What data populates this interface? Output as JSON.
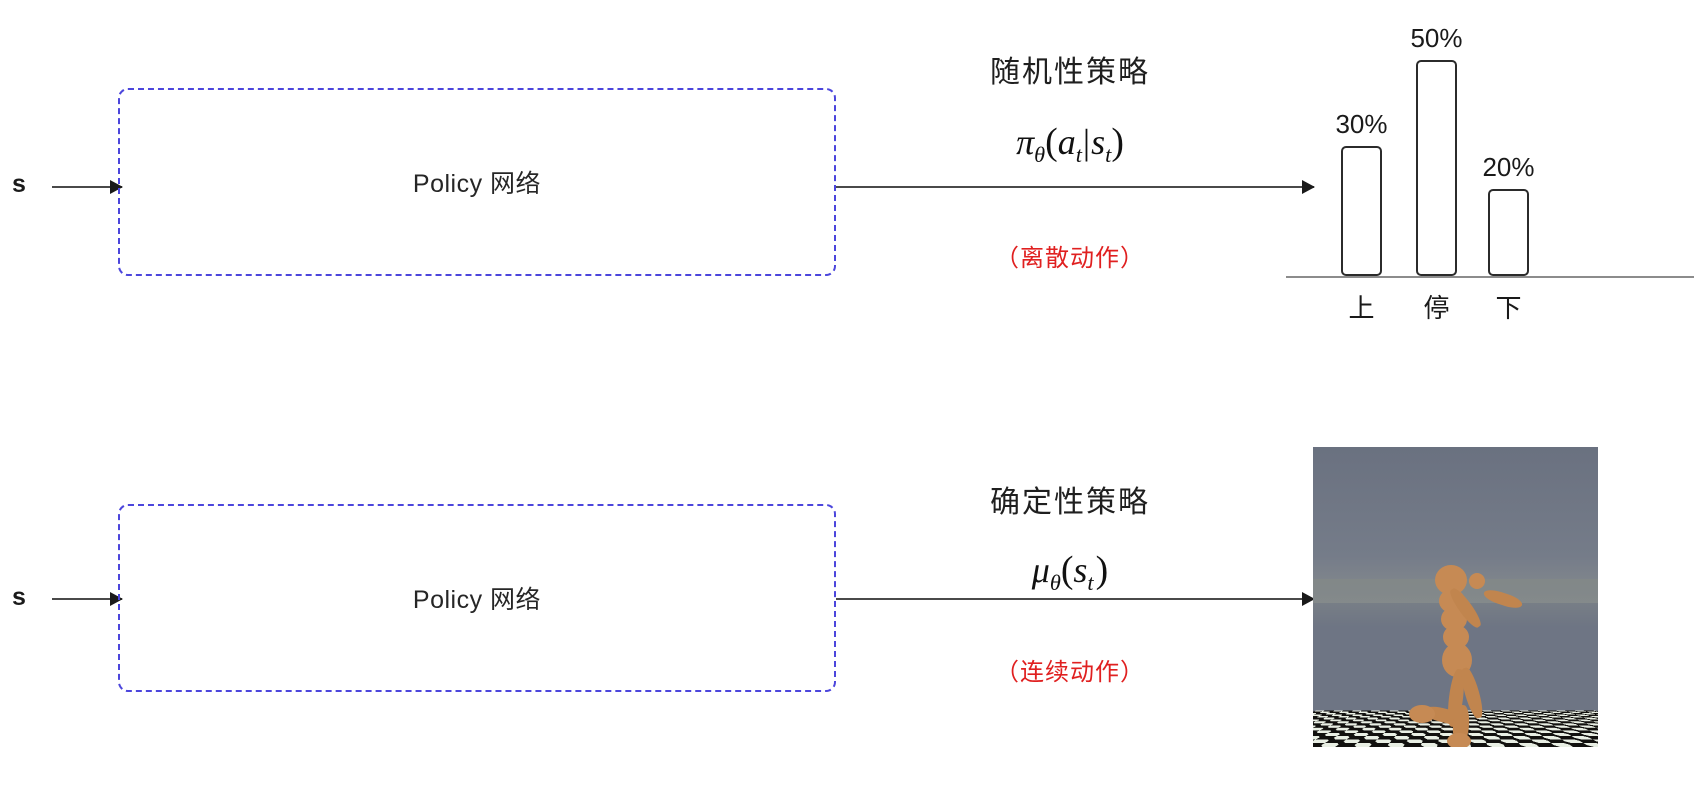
{
  "figure": {
    "title": "Stochastic vs deterministic policy diagram",
    "accent_box_color": "#4c46dc",
    "note_color": "#e02020",
    "arrow_color": "#4a4a4a"
  },
  "rows": [
    {
      "id": "stochastic",
      "state_label": "s",
      "box_label": "Policy 网络",
      "policy_type": "随机性策略",
      "formula": {
        "head": "π",
        "head_sub": "θ",
        "open": "(",
        "arg1": "a",
        "arg1_sub": "t",
        "sep": "|",
        "arg2": "s",
        "arg2_sub": "t",
        "close": ")"
      },
      "action_note": "（离散动作）",
      "output_kind": "bar-chart"
    },
    {
      "id": "deterministic",
      "state_label": "s",
      "box_label": "Policy 网络",
      "policy_type": "确定性策略",
      "formula": {
        "head": "μ",
        "head_sub": "θ",
        "open": "(",
        "arg1": "s",
        "arg1_sub": "t",
        "sep": "",
        "arg2": "",
        "arg2_sub": "",
        "close": ")"
      },
      "action_note": "（连续动作）",
      "output_kind": "humanoid-simulation"
    }
  ],
  "chart_data": {
    "type": "bar",
    "title": "",
    "xlabel": "",
    "ylabel": "",
    "categories": [
      "上",
      "停",
      "下"
    ],
    "values": [
      30,
      50,
      20
    ],
    "value_labels": [
      "30%",
      "50%",
      "20%"
    ],
    "ylim": [
      0,
      55
    ],
    "grid": false,
    "legend": "none",
    "axis_visible": {
      "x": true,
      "y": false
    }
  },
  "simulation": {
    "name": "humanoid-simulation",
    "description": "MuJoCo humanoid running on checkerboard floor",
    "sky_color": "#6e7584",
    "floor_light": "#e9efe4",
    "floor_dark": "#12110f",
    "body_color": "#c1854e"
  }
}
